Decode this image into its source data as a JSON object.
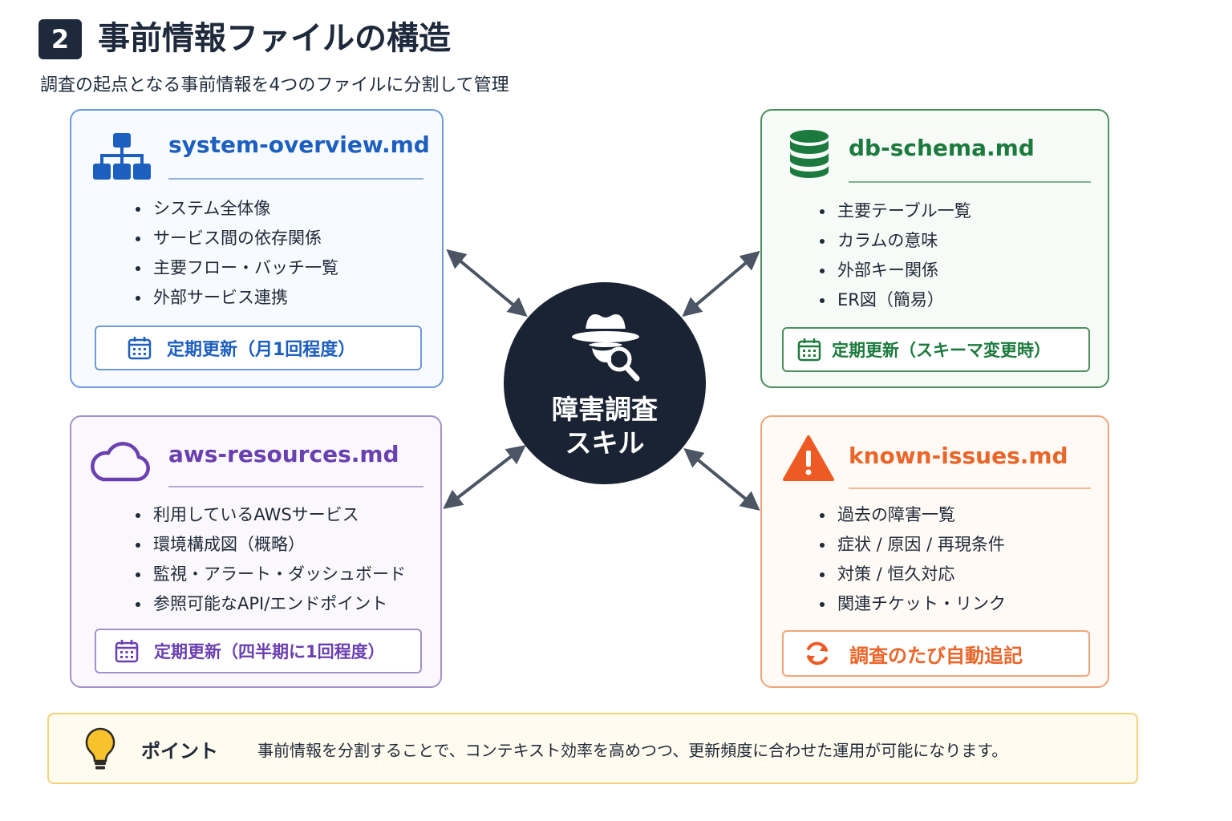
{
  "header": {
    "number": "2",
    "title": "事前情報ファイルの構造",
    "subtitle": "調査の起点となる事前情報を4つのファイルに分割して管理"
  },
  "center": {
    "label": "障害調査\nスキル",
    "icon": "detective-icon"
  },
  "cards": [
    {
      "filename": "system-overview.md",
      "icon": "hierarchy-icon",
      "color": "#1d5fbf",
      "items": [
        "システム全体像",
        "サービス間の依存関係",
        "主要フロー・バッチ一覧",
        "外部サービス連携"
      ],
      "update": "定期更新（月1回程度）"
    },
    {
      "filename": "db-schema.md",
      "icon": "database-icon",
      "color": "#1d7a3e",
      "items": [
        "主要テーブル一覧",
        "カラムの意味",
        "外部キー関係",
        "ER図（簡易）"
      ],
      "update": "定期更新（スキーマ変更時）"
    },
    {
      "filename": "aws-resources.md",
      "icon": "cloud-icon",
      "color": "#6a3fb0",
      "items": [
        "利用しているAWSサービス",
        "環境構成図（概略）",
        "監視・アラート・ダッシュボード",
        "参照可能なAPI/エンドポイント"
      ],
      "update": "定期更新（四半期に1回程度）"
    },
    {
      "filename": "known-issues.md",
      "icon": "warning-icon",
      "color": "#e9662a",
      "items": [
        "過去の障害一覧",
        "症状 / 原因 / 再現条件",
        "対策 / 恒久対応",
        "関連チケット・リンク"
      ],
      "update": "調査のたび自動追記"
    }
  ],
  "point": {
    "label": "ポイント",
    "text": "事前情報を分割することで、コンテキスト効率を高めつつ、更新頻度に合わせた運用が可能になります。",
    "icon": "lightbulb-icon"
  }
}
